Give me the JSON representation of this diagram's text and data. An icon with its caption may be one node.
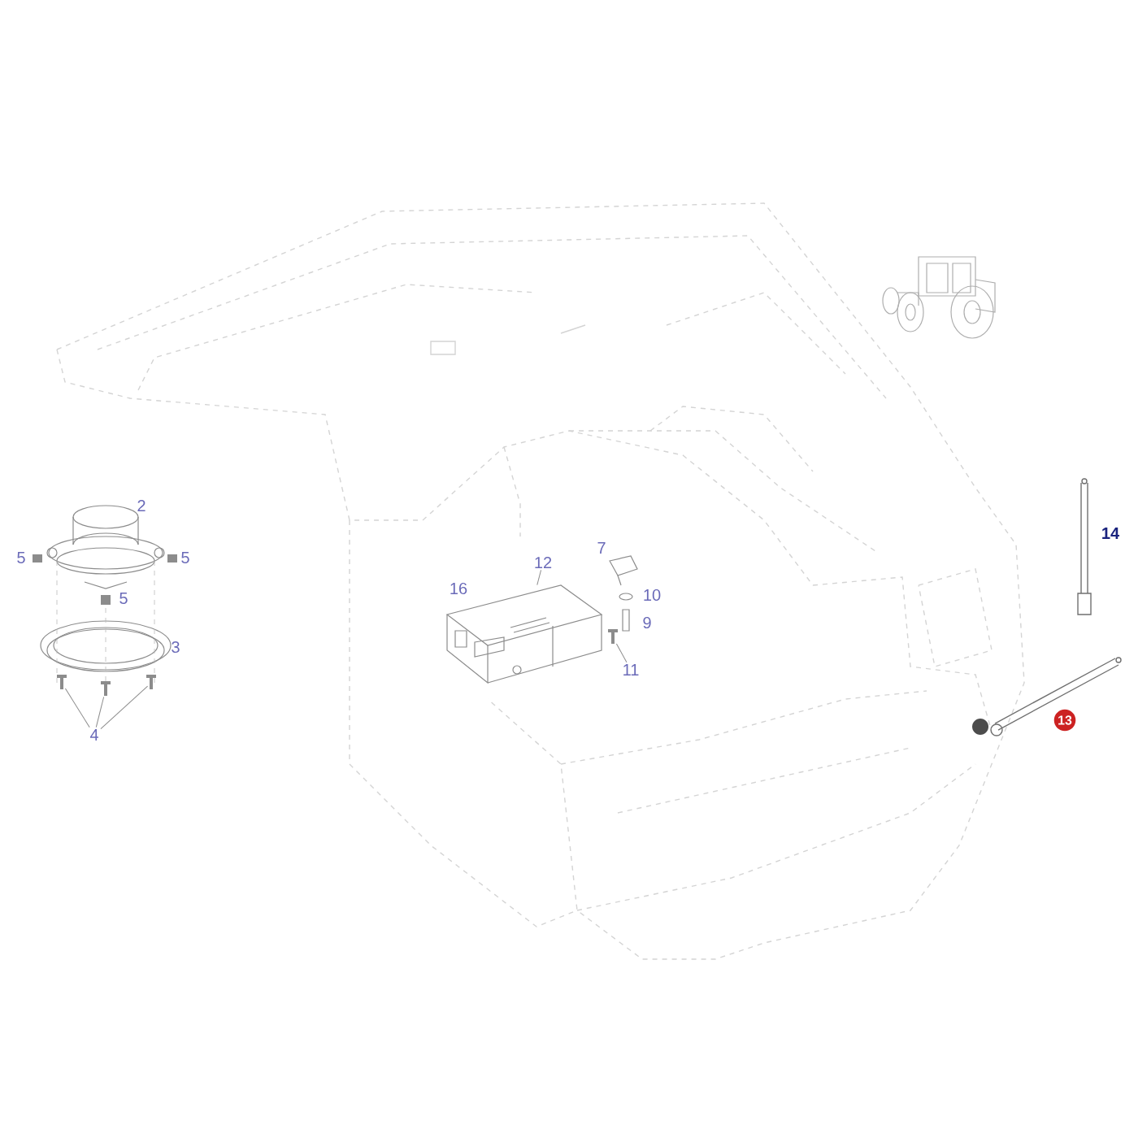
{
  "diagram": {
    "nodes": [
      {
        "text": [
          "4"
        ]
      },
      {
        "text": [],
        "shape": "picture"
      },
      {
        "text": [],
        "shape": "picture"
      },
      {
        "text": [],
        "shape": "picture"
      },
      {
        "text": [
          "12"
        ]
      },
      {
        "text": [],
        "shape": "picture"
      },
      {
        "text": [
          "11"
        ]
      },
      {
        "text": [],
        "shape": "picture"
      }
    ],
    "edges": [
      {
        "from": 0,
        "to": 1,
        "arrow": "none"
      },
      {
        "from": 0,
        "to": 2,
        "arrow": "none"
      },
      {
        "from": 0,
        "to": 3,
        "arrow": "none"
      },
      {
        "from": 4,
        "to": 5,
        "arrow": "none"
      },
      {
        "from": 6,
        "to": 7,
        "arrow": "none"
      }
    ],
    "labels": [
      "2",
      "5",
      "5",
      "5",
      "3",
      "16",
      "7",
      "10",
      "9",
      "14",
      "13"
    ]
  }
}
